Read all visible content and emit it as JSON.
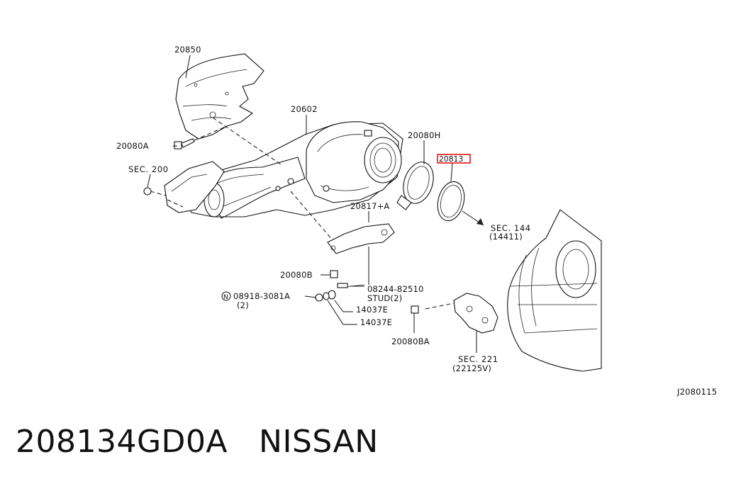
{
  "callouts": {
    "heat_shield_upper": "20850",
    "bolt_a": "20080A",
    "sec_200": "SEC. 200",
    "converter": "20602",
    "clamp": "20080H",
    "gasket": "20813",
    "sec_144": "SEC. 144",
    "sec_144_ref": "(14411)",
    "bracket": "20817+A",
    "bolt_b": "20080B",
    "nut_prefix": "N",
    "nut_number": "08918-3081A",
    "nut_qty": "(2)",
    "stud_number": "08244-82510",
    "stud_label": "STUD(2)",
    "washer_1": "14037E",
    "washer_2": "14037E",
    "bolt_ba": "20080BA",
    "sec_221": "SEC. 221",
    "sec_221_ref": "(22125V)",
    "diagram_id": "J2080115"
  },
  "highlight_color": "#e8141c",
  "footer": {
    "part_number": "208134GD0A",
    "brand": "NISSAN"
  }
}
